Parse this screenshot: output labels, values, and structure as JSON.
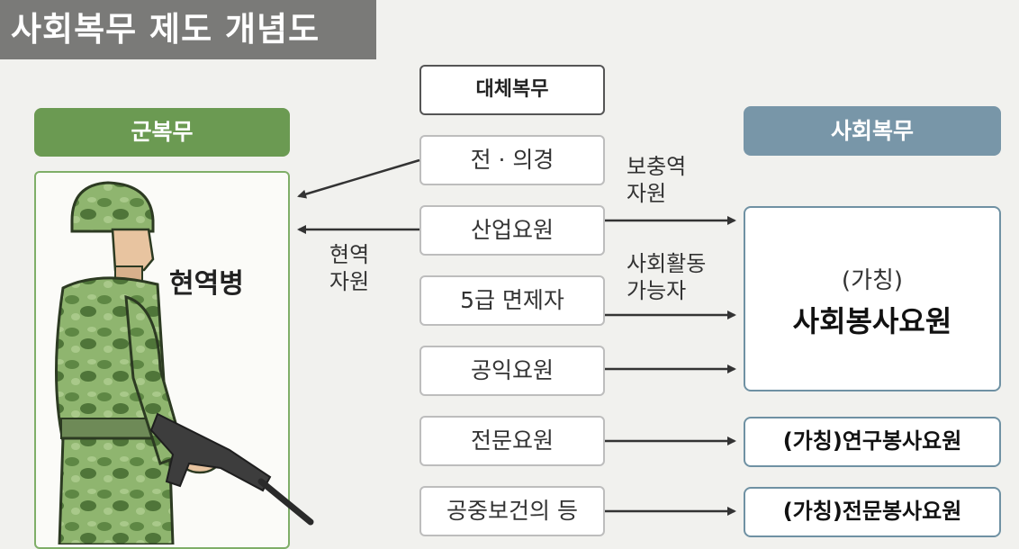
{
  "title": "사회복무 제도 개념도",
  "left": {
    "header": "군복무",
    "soldier_label": "현역병"
  },
  "center": {
    "header": "대체복무",
    "items": [
      "전 · 의경",
      "산업요원",
      "5급 면제자",
      "공익요원",
      "전문요원",
      "공중보건의 등"
    ]
  },
  "labels": {
    "active_duty_line1": "현역",
    "active_duty_line2": "자원",
    "reserve_line1": "보충역",
    "reserve_line2": "자원",
    "social_line1": "사회활동",
    "social_line2": "가능자"
  },
  "right": {
    "header": "사회복무",
    "big_sub": "(가칭)",
    "big_main": "사회봉사요원",
    "small1": "(가칭)연구봉사요원",
    "small2": "(가칭)전문봉사요원"
  },
  "colors": {
    "green": "#6b9a52",
    "blue": "#7896a8",
    "title_bg": "#7a7a78"
  }
}
